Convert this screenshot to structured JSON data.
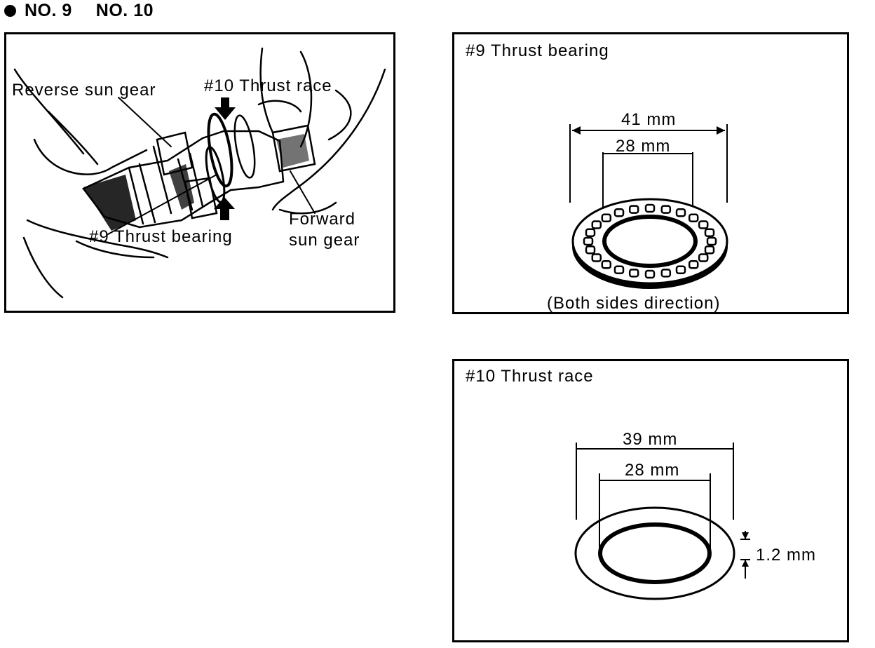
{
  "header": {
    "items": [
      "NO. 9",
      "NO. 10"
    ]
  },
  "photo_panel": {
    "labels": {
      "reverse_sun_gear": "Reverse sun gear",
      "thrust_race": "#10 Thrust race",
      "thrust_bearing": "#9 Thrust bearing",
      "forward_sun_gear_line1": "Forward",
      "forward_sun_gear_line2": "sun gear"
    }
  },
  "bearing_panel": {
    "title": "#9 Thrust bearing",
    "outer_dim": "41 mm",
    "inner_dim": "28 mm",
    "note": "(Both sides direction)"
  },
  "race_panel": {
    "title": "#10 Thrust race",
    "outer_dim": "39 mm",
    "inner_dim": "28 mm",
    "thickness_dim": "1.2 mm"
  }
}
